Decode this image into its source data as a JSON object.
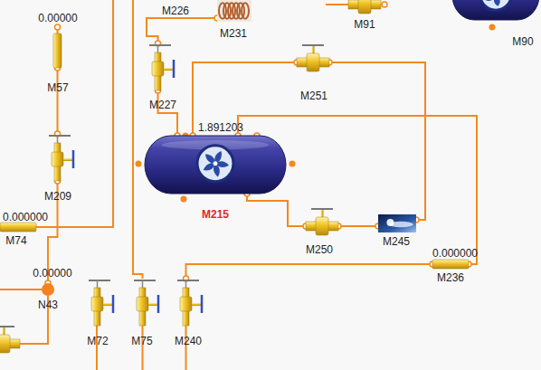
{
  "diagram": {
    "nodes": [
      {
        "text": [
          "0.00000",
          "M57"
        ]
      },
      {
        "text": [
          "M231"
        ]
      },
      {
        "text": [
          "M91"
        ]
      },
      {
        "text": [
          "M90"
        ]
      },
      {
        "text": [
          "M227"
        ]
      },
      {
        "text": [
          "M251"
        ]
      },
      {
        "text": [
          "1.891203",
          "M215"
        ]
      },
      {
        "text": [
          "M209"
        ]
      },
      {
        "text": [
          "M250"
        ]
      },
      {
        "text": [
          "M245"
        ]
      },
      {
        "text": [
          "0.000000",
          "M74"
        ]
      },
      {
        "text": [
          "0.000000",
          "M236"
        ]
      },
      {
        "text": [
          "0.00000",
          "N43"
        ]
      },
      {
        "text": [
          "M72"
        ]
      },
      {
        "text": [
          "M75"
        ]
      },
      {
        "text": [
          "M240"
        ]
      }
    ],
    "edges": [
      {
        "from": 0,
        "to": 7,
        "arrow": "none"
      },
      {
        "from": 7,
        "to": 12,
        "arrow": "none"
      },
      {
        "from": 4,
        "to": 1,
        "label": "M226",
        "arrow": "none"
      },
      {
        "from": 4,
        "to": 6,
        "arrow": "none"
      },
      {
        "from": 6,
        "to": 5,
        "arrow": "none"
      },
      {
        "from": 5,
        "to": 9,
        "arrow": "none"
      },
      {
        "from": 6,
        "to": 8,
        "arrow": "none"
      },
      {
        "from": 8,
        "to": 9,
        "arrow": "none"
      },
      {
        "from": 6,
        "to": 11,
        "arrow": "none"
      },
      {
        "from": 11,
        "to": 15,
        "arrow": "none"
      }
    ]
  }
}
